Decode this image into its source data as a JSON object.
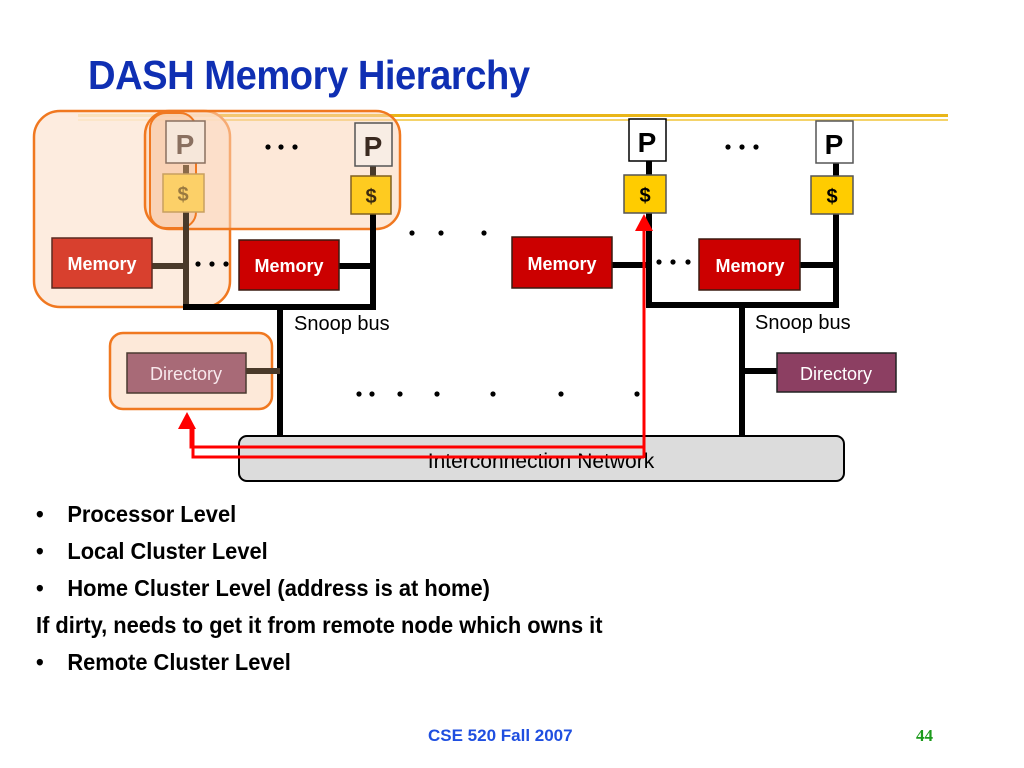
{
  "slide": {
    "title": "DASH Memory Hierarchy",
    "footer_course": "CSE 520 Fall 2007",
    "page_number": "44"
  },
  "diagram": {
    "processor_label": "P",
    "cache_label": "$",
    "memory_label": "Memory",
    "directory_label": "Directory",
    "snoop_bus_label": "Snoop bus",
    "network_label": "Interconnection Network",
    "ellipsis": "•••",
    "colors": {
      "memory": "#cc0000",
      "memory_faded": "#d8402e",
      "cache": "#ffcc00",
      "directory": "#8c3f62",
      "directory_faded": "#a86a77",
      "highlight_stroke": "#f07820",
      "highlight_fill": "#fde9d9",
      "arrow": "#ff0000",
      "network_fill": "#dcdcdc"
    }
  },
  "bullets": [
    {
      "marker": "•",
      "text": "Processor Level"
    },
    {
      "marker": "•",
      "text": "Local Cluster Level"
    },
    {
      "marker": "•",
      "text": "Home Cluster Level (address is at home)"
    },
    {
      "marker": "",
      "text": "If dirty, needs to get it from remote node which owns it"
    },
    {
      "marker": "•",
      "text": "Remote Cluster Level"
    }
  ]
}
